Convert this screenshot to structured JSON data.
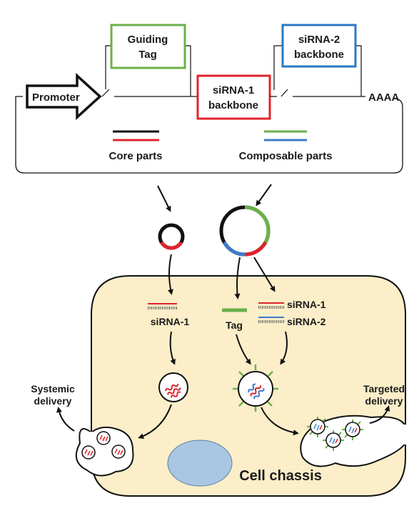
{
  "construct": {
    "promoter": "Promoter",
    "guiding_tag": [
      "Guiding",
      "Tag"
    ],
    "sirna1_backbone": [
      "siRNA-1",
      "backbone"
    ],
    "sirna2_backbone": [
      "siRNA-2",
      "backbone"
    ],
    "polya": "AAAA"
  },
  "legend": {
    "core_parts": "Core parts",
    "composable_parts": "Composable parts"
  },
  "cell": {
    "sirna1_left": "siRNA-1",
    "tag": "Tag",
    "sirna1_right": "siRNA-1",
    "sirna2_right": "siRNA-2",
    "systemic_delivery": [
      "Systemic",
      "delivery"
    ],
    "targeted_delivery": [
      "Targeted",
      "delivery"
    ],
    "cell_chassis": "Cell chassis"
  },
  "colors": {
    "core_black": "#111111",
    "core_red": "#e0242b",
    "composable_green": "#6cb04a",
    "composable_blue": "#3c7cc9",
    "guiding_box": "#6cb04a",
    "sirna1_box": "#e0242b",
    "sirna2_box": "#2a79c4",
    "cell_fill": "#fbeec9",
    "nucleus_fill": "#a9c6e3"
  }
}
